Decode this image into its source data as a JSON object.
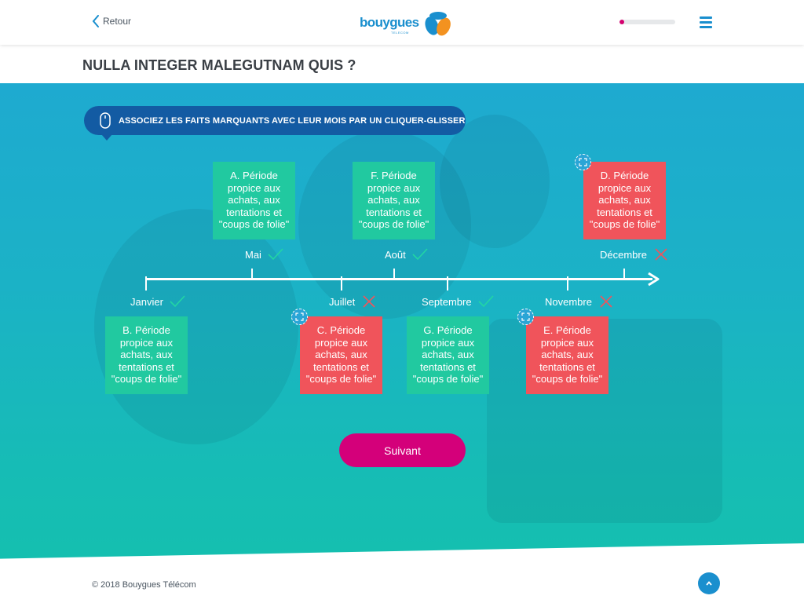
{
  "header": {
    "back_label": "Retour",
    "logo_text": "bouygues",
    "logo_subtext": "TELECOM",
    "progress_fraction": 0.08,
    "colors": {
      "brand_blue": "#1a8fce",
      "brand_orange": "#f39220",
      "accent_magenta": "#d4006f"
    }
  },
  "page_title": "NULLA INTEGER MALEGUTNAM QUIS ?",
  "instruction": {
    "text": "ASSOCIEZ LES FAITS MARQUANTS AVEC LEUR MOIS PAR UN CLIQUER-GLISSER",
    "icon": "mouse-icon"
  },
  "months": [
    {
      "label": "Janvier",
      "status": "correct"
    },
    {
      "label": "Mai",
      "status": "correct"
    },
    {
      "label": "Juillet",
      "status": "incorrect"
    },
    {
      "label": "Août",
      "status": "correct"
    },
    {
      "label": "Septembre",
      "status": "correct"
    },
    {
      "label": "Novembre",
      "status": "incorrect"
    },
    {
      "label": "Décembre",
      "status": "incorrect"
    }
  ],
  "cards": [
    {
      "text": "B. Période propice aux achats, aux tentations et \"coups de folie\"",
      "status": "correct",
      "month": "Janvier"
    },
    {
      "text": "A. Période propice aux achats, aux tentations et \"coups de folie\"",
      "status": "correct",
      "month": "Mai"
    },
    {
      "text": "C. Période propice aux achats, aux tentations et \"coups de folie\"",
      "status": "incorrect",
      "month": "Juillet"
    },
    {
      "text": "F. Période propice aux achats, aux tentations et \"coups de folie\"",
      "status": "correct",
      "month": "Août"
    },
    {
      "text": "G. Période propice aux achats, aux tentations et \"coups de folie\"",
      "status": "correct",
      "month": "Septembre"
    },
    {
      "text": "E. Période propice aux achats, aux tentations et \"coups de folie\"",
      "status": "incorrect",
      "month": "Novembre"
    },
    {
      "text": "D. Période propice aux achats, aux tentations et \"coups de folie\"",
      "status": "incorrect",
      "month": "Décembre"
    }
  ],
  "status_colors": {
    "correct": "#21c9a0",
    "incorrect": "#f0545b"
  },
  "next_button": "Suivant",
  "footer": {
    "copyright": "© 2018 Bouygues Télécom"
  }
}
